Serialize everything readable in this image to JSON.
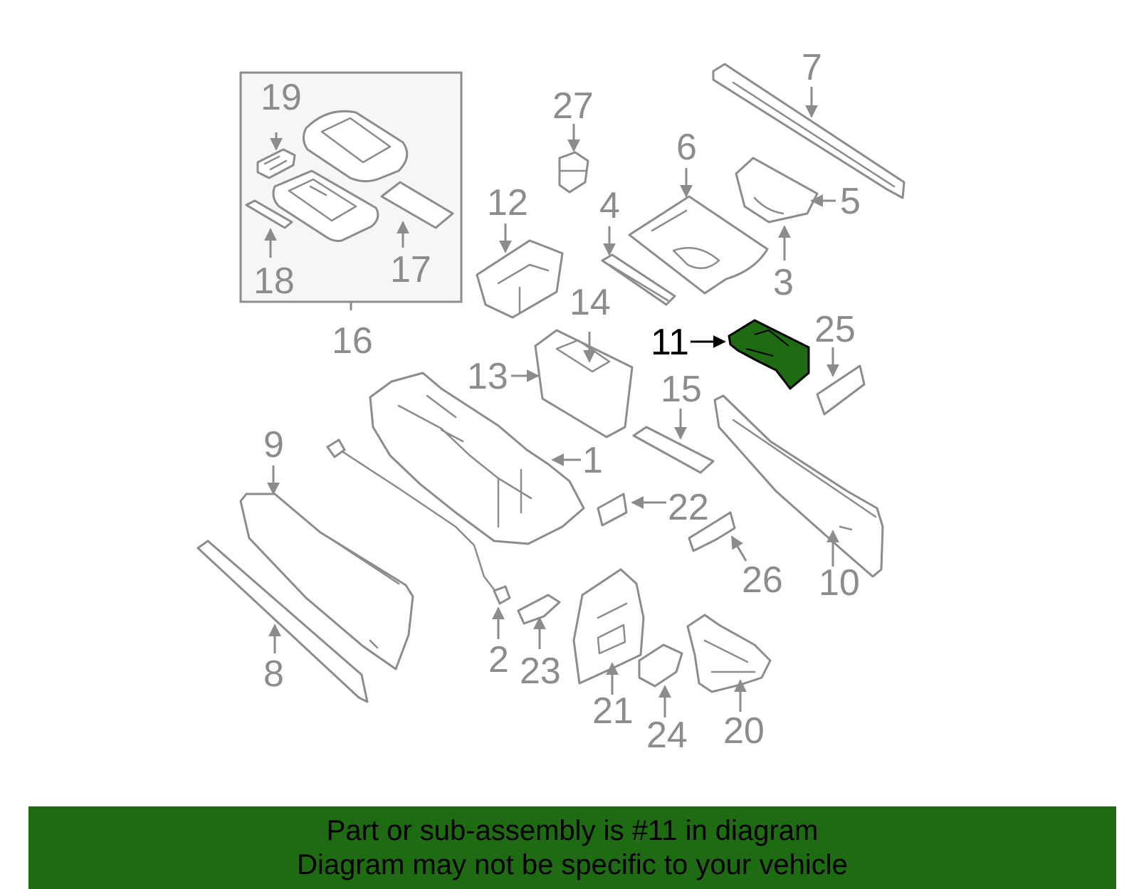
{
  "diagram": {
    "highlighted_part": "11",
    "callouts": [
      "1",
      "2",
      "3",
      "4",
      "5",
      "6",
      "7",
      "8",
      "9",
      "10",
      "11",
      "12",
      "13",
      "14",
      "15",
      "16",
      "17",
      "18",
      "19",
      "20",
      "21",
      "22",
      "23",
      "24",
      "25",
      "26",
      "27"
    ]
  },
  "colors": {
    "highlight": "#1e6b14",
    "line": "#8c8c8c",
    "inset_fill": "#f6f6f6"
  },
  "banner": {
    "line1": "Part or sub-assembly is #11 in diagram",
    "line2": "Diagram may not be specific to your vehicle"
  }
}
